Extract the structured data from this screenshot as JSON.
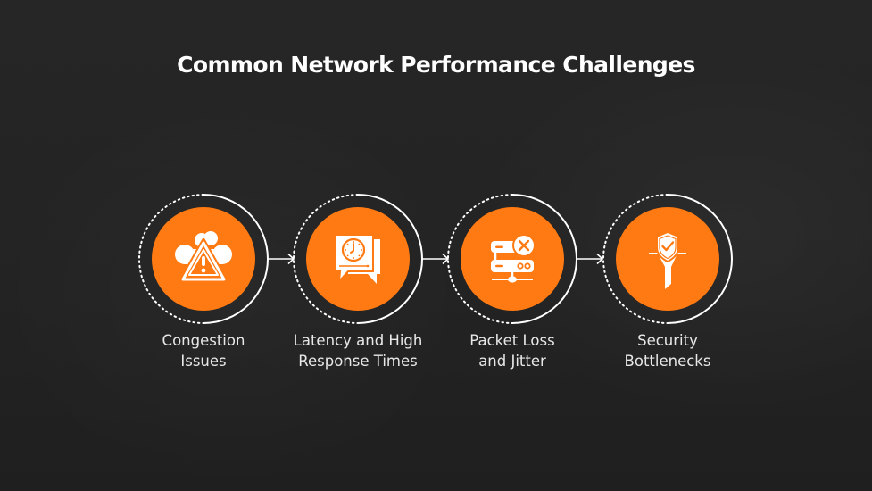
{
  "title": "Common Network Performance Challenges",
  "colors": {
    "background": "#242424",
    "accent": "#FF7A12",
    "ring": "#FFFFFF",
    "text": "#E8E8E8"
  },
  "steps": [
    {
      "icon": "cloud-warning-icon",
      "label_line1": "Congestion",
      "label_line2": "Issues"
    },
    {
      "icon": "clock-chat-icon",
      "label_line1": "Latency and High",
      "label_line2": "Response Times"
    },
    {
      "icon": "server-error-icon",
      "label_line1": "Packet Loss",
      "label_line2": "and Jitter"
    },
    {
      "icon": "shield-funnel-icon",
      "label_line1": "Security",
      "label_line2": "Bottlenecks"
    }
  ]
}
